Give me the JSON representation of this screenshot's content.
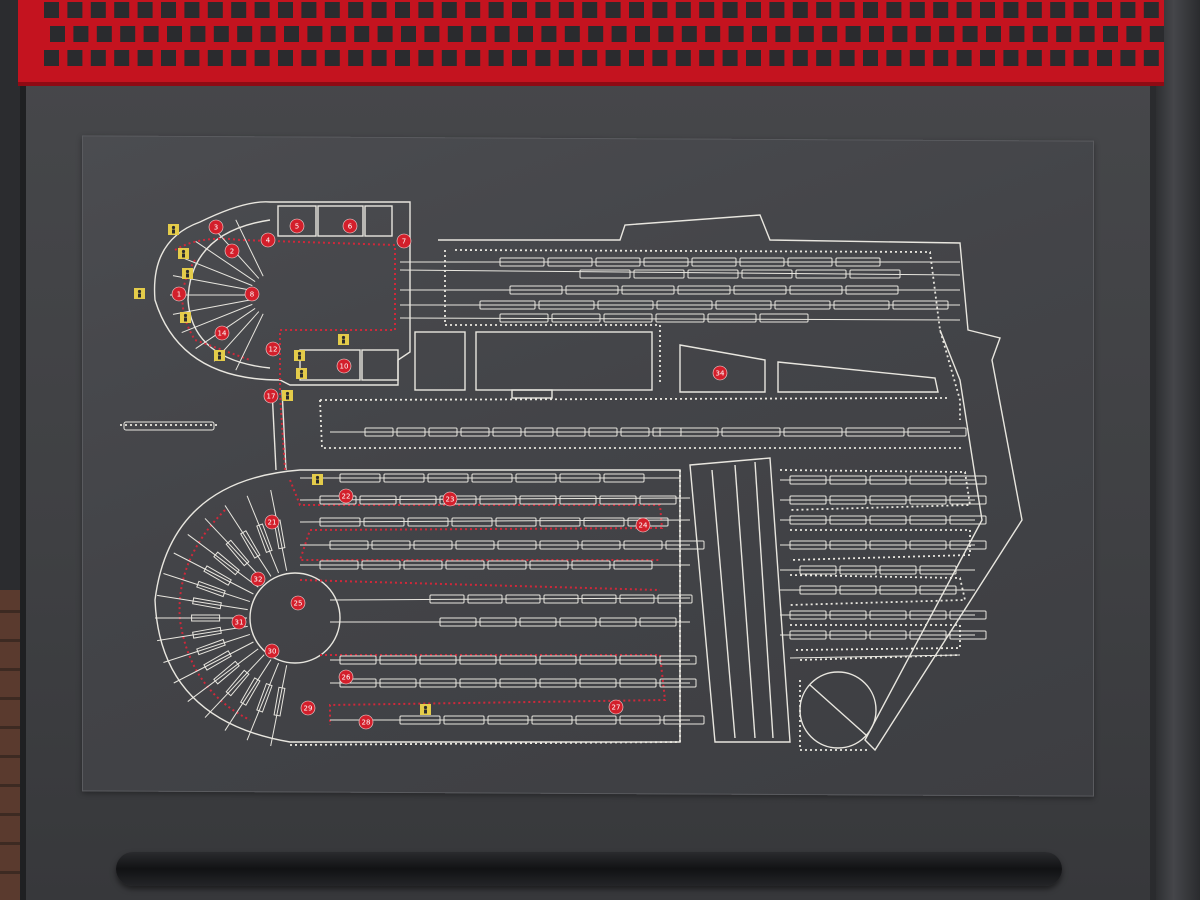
{
  "colors": {
    "accent_red": "#c4131f",
    "marker_red": "#d31f2b",
    "line_white": "#e8e6df",
    "route_red": "#d0283a",
    "icon_yellow": "#e4cc4a",
    "panel": "#434448"
  },
  "icons": {
    "elevator": "elevator-icon",
    "wheelchair": "wheelchair-icon",
    "restroom": "restroom-icon"
  },
  "markers": [
    {
      "label": "1"
    },
    {
      "label": "2"
    },
    {
      "label": "3"
    },
    {
      "label": "4"
    },
    {
      "label": "5"
    },
    {
      "label": "6"
    },
    {
      "label": "7"
    },
    {
      "label": "8"
    },
    {
      "label": "10"
    },
    {
      "label": "12"
    },
    {
      "label": "14"
    },
    {
      "label": "17"
    },
    {
      "label": "21"
    },
    {
      "label": "22"
    },
    {
      "label": "23"
    },
    {
      "label": "24"
    },
    {
      "label": "25"
    },
    {
      "label": "26"
    },
    {
      "label": "27"
    },
    {
      "label": "28"
    },
    {
      "label": "29"
    },
    {
      "label": "30"
    },
    {
      "label": "31"
    },
    {
      "label": "32"
    },
    {
      "label": "34"
    }
  ]
}
